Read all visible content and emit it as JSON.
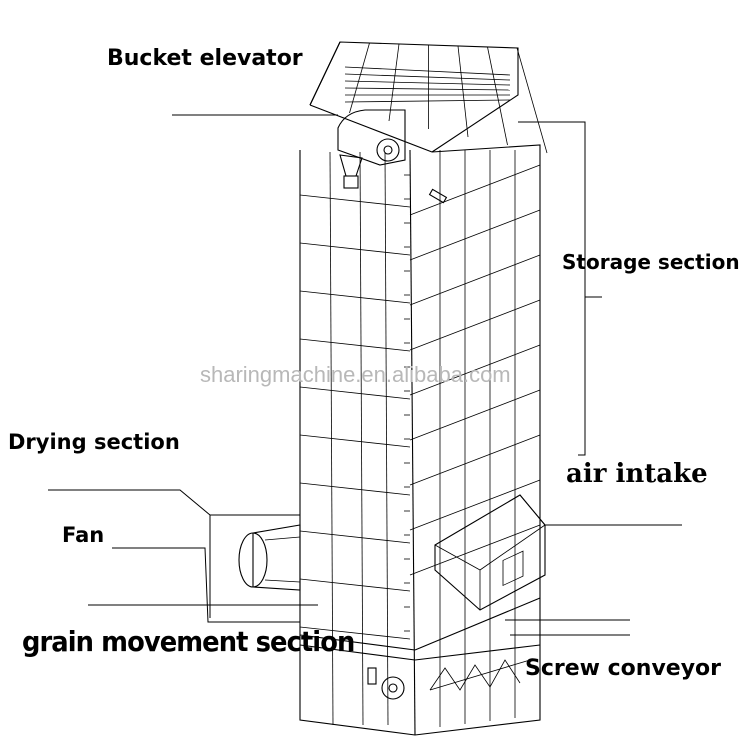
{
  "labels": {
    "bucket_elevator": "Bucket elevator",
    "storage_section": "Storage section",
    "drying_section": "Drying section",
    "air_intake": "air intake",
    "fan": "Fan",
    "grain_movement_section": "grain movement section",
    "screw_conveyor": "Screw conveyor"
  },
  "watermark": "sharingmachine.en.alibaba.com",
  "colors": {
    "line": "#000000",
    "watermark": "#b8b8b8",
    "background": "#ffffff"
  }
}
